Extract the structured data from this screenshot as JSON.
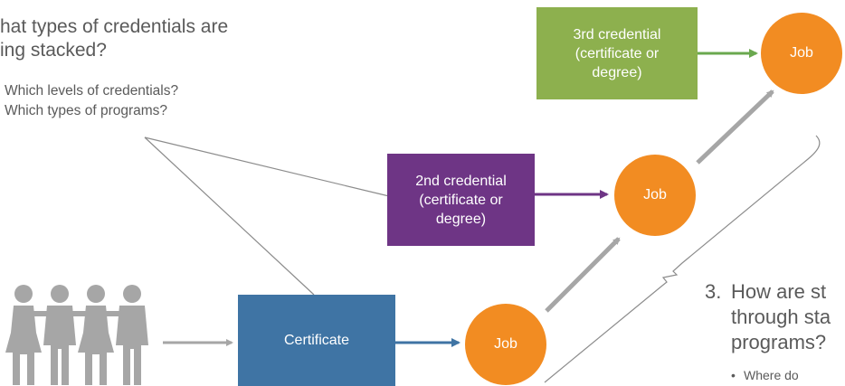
{
  "question": {
    "title_line1": "hat types of credentials are",
    "title_line2": "ing stacked?",
    "sub1": "Which levels of credentials?",
    "sub2": "Which types of programs?"
  },
  "nodes": {
    "third_credential": [
      "3rd credential",
      "(certificate or",
      "degree)"
    ],
    "second_credential": [
      "2nd credential",
      "(certificate or",
      "degree)"
    ],
    "certificate": "Certificate",
    "job_label": "Job"
  },
  "question3": {
    "number": "3.",
    "line1": "How are st",
    "line2": "through sta",
    "line3": "programs?",
    "bullet": "Where do"
  },
  "colors": {
    "green_box": "#8db04e",
    "purple_box": "#6e3585",
    "blue_box": "#3f74a4",
    "job_circle": "#f28c22",
    "gray_arrow": "#a6a6a6",
    "gray_text": "#5a5a5a",
    "people_icon": "#a6a6a6"
  },
  "icons": [
    "people-group-icon"
  ]
}
